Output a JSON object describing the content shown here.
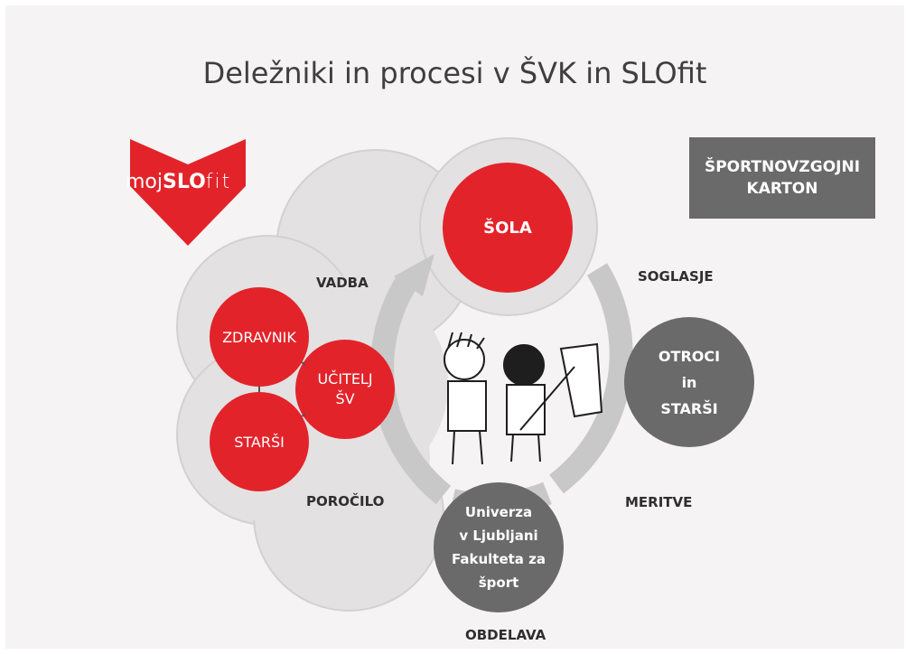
{
  "title": "Deležniki in procesi v ŠVK in SLOfit",
  "logo": {
    "text_prefix": "moj",
    "text_bold": "SLO",
    "text_suffix": "fit",
    "color": "#e3232a"
  },
  "karton": {
    "line1": "ŠPORTNOVZGOJNI",
    "line2": "KARTON"
  },
  "nodes": {
    "sola": "ŠOLA",
    "zdravnik": "ZDRAVNIK",
    "ucitelj_line1": "UČITELJ",
    "ucitelj_line2": "ŠV",
    "starsi": "STARŠI",
    "otroci_line1": "OTROCI",
    "otroci_line2": "in",
    "otroci_line3": "STARŠI",
    "univerza_line1": "Univerza",
    "univerza_line2": "v Ljubljani",
    "univerza_line3": "Fakulteta za",
    "univerza_line4": "šport"
  },
  "labels": {
    "vadba": "VADBA",
    "porocilo": "POROČILO",
    "soglasje": "SOGLASJE",
    "meritve": "MERITVE",
    "obdelava": "OBDELAVA"
  },
  "colors": {
    "red": "#e3232a",
    "dark_gray": "#6a6a6a",
    "light_gray_circle": "#e3e1e1",
    "arrow_gray": "#c8c8c8"
  }
}
